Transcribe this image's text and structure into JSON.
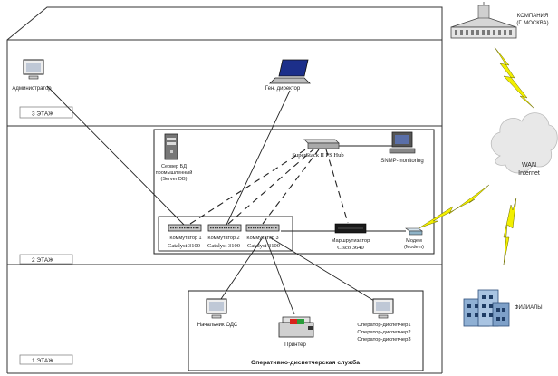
{
  "floors": {
    "floor3": "3 ЭТАЖ",
    "floor2": "2 ЭТАЖ",
    "floor1": "1 ЭТАЖ"
  },
  "hq": {
    "line1": "КОМПАНИЯ",
    "line2": "(Г. МОСКВА)"
  },
  "wan": {
    "line1": "WAN",
    "line2": "Internet"
  },
  "branches": "ФИЛИАЛЫ",
  "devices": {
    "admin": "Администратор",
    "director": "Ген. директор",
    "server_line1": "Сервер БД",
    "server_line2": "промышленный",
    "server_line3": "(Server DB)",
    "hub": "SuperStack II PS Hub",
    "snmp": "SNMP-monitoring",
    "switch1_label": "Коммутатор 1",
    "switch2_label": "Коммутатор 2",
    "switch3_label": "Коммутатор 3",
    "switch1_model": "Catalyst 3100",
    "switch2_model": "Catalyst 3100",
    "switch3_model": "Catalyst 3100",
    "router_label": "Маршрутизатор",
    "router_model": "Cisco 3640",
    "modem_line1": "Модем",
    "modem_line2": "(Modem)",
    "ods_head": "Начальник ОДС",
    "printer": "Принтер",
    "op1": "Оператор-диспетчер1",
    "op2": "Оператор-диспетчер2",
    "op3": "Оператор-диспетчер3"
  },
  "service": "Оперативно-диспетчерская служба"
}
